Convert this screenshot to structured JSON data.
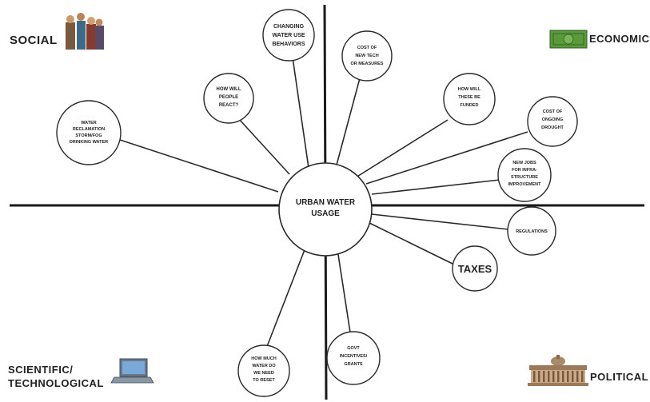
{
  "center": {
    "lines": [
      "URBAN WATER",
      "USAGE"
    ]
  },
  "corners": {
    "social": "SOCIAL",
    "economic": "ECONOMIC",
    "scientific": [
      "SCIENTIFIC/",
      "TECHNOLOGICAL"
    ],
    "political": "POLITICAL"
  },
  "icons": {
    "social": "people-group-icon",
    "economic": "money-bill-icon",
    "scientific": "laptop-icon",
    "political": "government-building-icon"
  },
  "nodes": {
    "water_reclamation": [
      "WATER",
      "RECLAMATION",
      "STORM/FOG",
      "DRINKING WATER"
    ],
    "how_will_people_react": [
      "HOW WILL",
      "PEOPLE",
      "REACT?"
    ],
    "changing_behaviors": [
      "CHANGING",
      "WATER USE",
      "BEHAVIORS"
    ],
    "cost_new_tech": [
      "COST OF",
      "NEW TECH",
      "OR MEASURES"
    ],
    "how_funded": [
      "HOW WILL",
      "THESE BE",
      "FUNDED"
    ],
    "cost_drought": [
      "COST OF",
      "ONGOING",
      "DROUGHT"
    ],
    "new_jobs": [
      "NEW JOBS",
      "FOR INFRA-",
      "STRUCTURE",
      "IMPROVEMENT"
    ],
    "regulations": [
      "REGULATIONS"
    ],
    "taxes": [
      "TAXES"
    ],
    "govt_incentives": [
      "GOVT",
      "INCENTIVES/",
      "GRANTS"
    ],
    "how_much_water": [
      "HOW MUCH",
      "WATER DO",
      "WE NEED",
      "TO RESET"
    ]
  },
  "colors": {
    "line": "#1a1a1a",
    "spoke": "#2a2a2a",
    "circle_fill": "#ffffff",
    "money_green": "#5a9a3a"
  }
}
